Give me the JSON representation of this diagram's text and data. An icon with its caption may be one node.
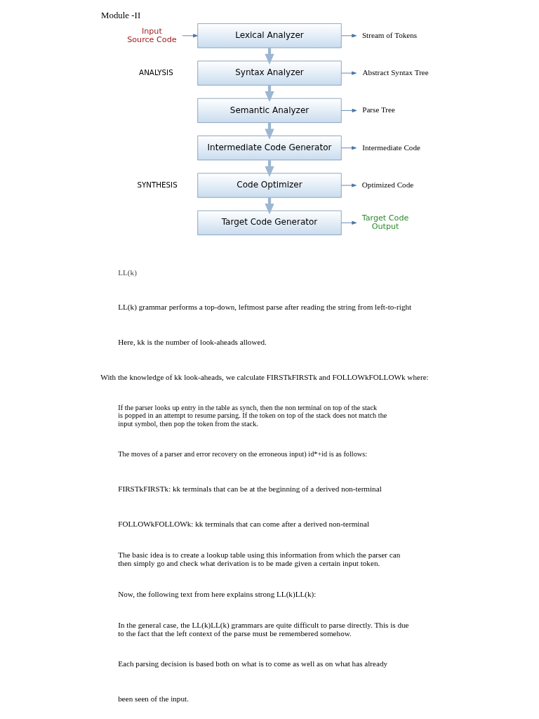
{
  "diagram": {
    "title": "Module -II",
    "nodes": [
      {
        "text": [
          "Input Source Code"
        ]
      },
      {
        "text": [
          "Lexical Analyzer"
        ]
      },
      {
        "text": [
          "Syntax Analyzer"
        ]
      },
      {
        "text": [
          "Semantic Analyzer"
        ]
      },
      {
        "text": [
          "Intermediate Code Generator"
        ]
      },
      {
        "text": [
          "Code Optimizer"
        ]
      },
      {
        "text": [
          "Target Code Generator"
        ]
      },
      {
        "text": [
          "Stream of Tokens"
        ]
      },
      {
        "text": [
          "Abstract Syntax Tree"
        ]
      },
      {
        "text": [
          "Parse Tree"
        ]
      },
      {
        "text": [
          "Intermediate Code"
        ]
      },
      {
        "text": [
          "Optimized Code"
        ]
      },
      {
        "text": [
          "Target Code Output"
        ]
      }
    ],
    "edges": [
      {
        "from": 0,
        "to": 1,
        "arrow": "to"
      },
      {
        "from": 1,
        "to": 2,
        "arrow": "to",
        "style": "thick"
      },
      {
        "from": 2,
        "to": 3,
        "arrow": "to",
        "style": "thick"
      },
      {
        "from": 3,
        "to": 4,
        "arrow": "to",
        "style": "thick"
      },
      {
        "from": 4,
        "to": 5,
        "arrow": "to",
        "style": "thick"
      },
      {
        "from": 5,
        "to": 6,
        "arrow": "to",
        "style": "thick"
      },
      {
        "from": 1,
        "to": 7,
        "arrow": "to"
      },
      {
        "from": 2,
        "to": 8,
        "arrow": "to"
      },
      {
        "from": 3,
        "to": 9,
        "arrow": "to"
      },
      {
        "from": 4,
        "to": 10,
        "arrow": "to"
      },
      {
        "from": 5,
        "to": 11,
        "arrow": "to"
      },
      {
        "from": 6,
        "to": 12,
        "arrow": "to"
      }
    ],
    "labels": [
      "ANALYSIS",
      "SYNTHESIS",
      "LL(k)",
      "LL(k) grammar performs a top-down, leftmost parse after reading the string from left-to-right",
      "Here, kk is the number of look-aheads allowed.",
      "With the knowledge of kk look-aheads, we calculate FIRSTkFIRSTk and FOLLOWkFOLLOWk where:",
      "If the parser looks up entry in the table as synch, then the non terminal on top of the stack is popped in an attempt to resume parsing. If the token on top of the stack does not match the input symbol, then pop the token from the stack.",
      "The moves of a parser and error recovery on the erroneous input) id*+id is as follows:",
      "FIRSTkFIRSTk: kk terminals that can be at the beginning of a derived non-terminal",
      "FOLLOWkFOLLOWk: kk terminals that can come after a derived non-terminal",
      "The basic idea is to create a lookup table using this information from which the parser can then simply go and check what derivation is to be made given a certain input token.",
      "Now, the following text from here explains strong LL(k)LL(k):",
      "In the general case, the LL(k)LL(k) grammars are quite difficult to parse directly. This is due to the fact that the left context of the parse must be remembered somehow.",
      "Each parsing decision is based both on what is to come as well as on what has already",
      "been seen of the input."
    ]
  }
}
